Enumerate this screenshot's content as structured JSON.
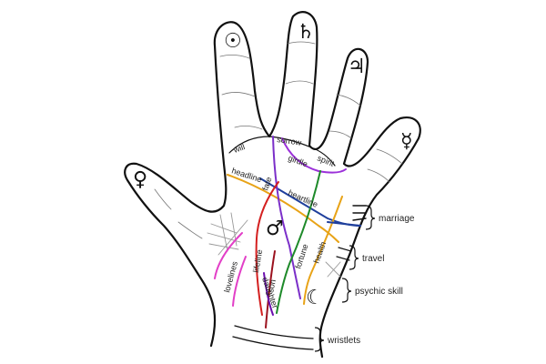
{
  "colors": {
    "outline": "#111111",
    "girdle": "#9b30d9",
    "headline": "#e8a317",
    "heartline": "#1f3f9c",
    "fate": "#7b2fc9",
    "fortune": "#1e8a2a",
    "health": "#e8a317",
    "lifeline": "#d42020",
    "son": "#9b111e",
    "daughter": "#6a0dad",
    "lovelines": "#e23fc7",
    "marriage": "#1f3f9c"
  },
  "symbols": {
    "sun": "☉",
    "saturn": "♄",
    "jupiter": "♃",
    "mercury": "☿",
    "venus": "♀",
    "mars": "♂",
    "moon": "☾"
  },
  "labels": {
    "will": "will",
    "sorrow": "sorrow",
    "spirit": "spirit",
    "girdle": "girdle",
    "headline": "headline",
    "fate": "fate",
    "heartline": "heartline",
    "fortune": "fortune",
    "health": "health",
    "lifeline": "lifeline",
    "son": "son",
    "daughter": "daughter",
    "lovelines": "lovelines"
  },
  "side_labels": {
    "marriage": "marriage",
    "travel": "travel",
    "psychic_skill": "psychic skill",
    "wristlets": "wristlets"
  }
}
